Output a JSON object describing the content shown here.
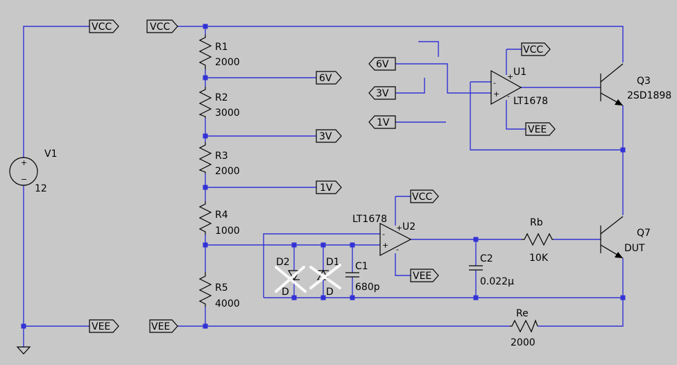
{
  "net_labels": {
    "vcc_left": "VCC",
    "vcc_top": "VCC",
    "v6": "6V",
    "v3": "3V",
    "v1": "1V",
    "v6_in": "6V",
    "v3_in": "3V",
    "v1_in": "1V",
    "u1_vcc": "VCC",
    "u1_vee": "VEE",
    "u2_vcc": "VCC",
    "u2_vee": "VEE",
    "vee_left": "VEE",
    "vee_bottom": "VEE"
  },
  "components": {
    "v1": {
      "name": "V1",
      "value": "12"
    },
    "r1": {
      "name": "R1",
      "value": "2000"
    },
    "r2": {
      "name": "R2",
      "value": "3000"
    },
    "r3": {
      "name": "R3",
      "value": "2000"
    },
    "r4": {
      "name": "R4",
      "value": "1000"
    },
    "r5": {
      "name": "R5",
      "value": "4000"
    },
    "u1": {
      "name": "U1",
      "part": "LT1678"
    },
    "u2": {
      "name": "U2",
      "part": "LT1678"
    },
    "q3": {
      "name": "Q3",
      "part": "2SD1898"
    },
    "q7": {
      "name": "Q7",
      "part": "DUT"
    },
    "rb": {
      "name": "Rb",
      "value": "10K"
    },
    "re": {
      "name": "Re",
      "value": "2000"
    },
    "c1": {
      "name": "C1",
      "value": "680p"
    },
    "c2": {
      "name": "C2",
      "value": "0.022µ"
    },
    "d1": {
      "name": "D1",
      "value": "D"
    },
    "d2": {
      "name": "D2",
      "value": "D"
    }
  },
  "opamp_pins": {
    "plus": "+",
    "minus": "-"
  },
  "source_pins": {
    "plus": "+",
    "minus": "−"
  }
}
